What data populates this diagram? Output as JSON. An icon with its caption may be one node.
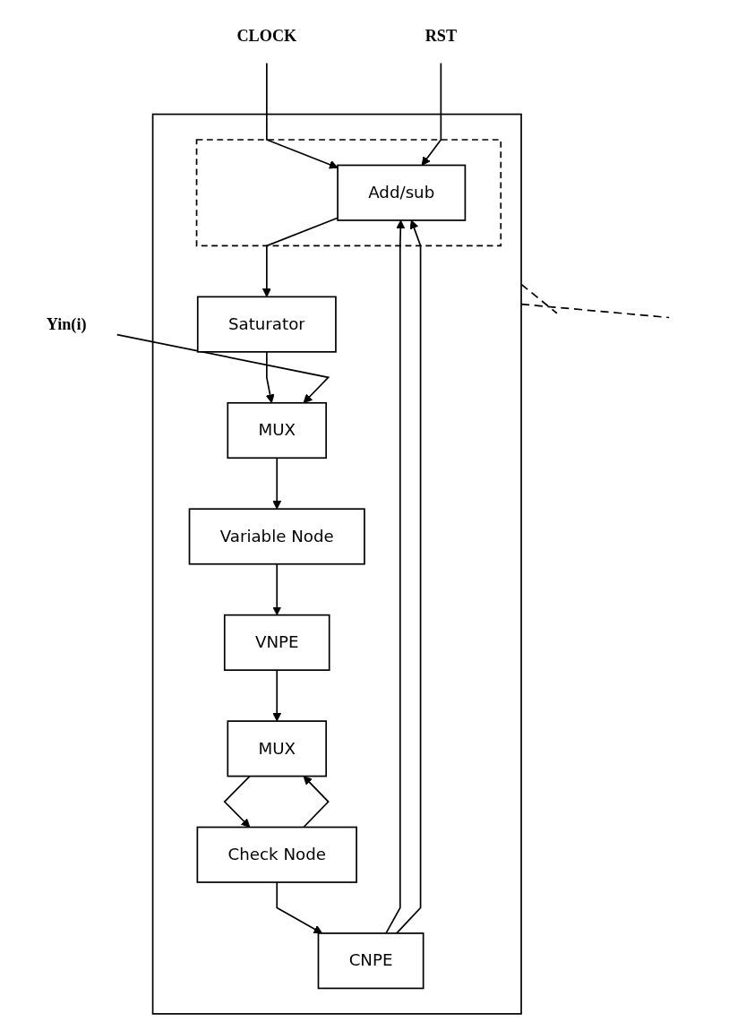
{
  "diagram": {
    "nodes": [
      {
        "text": [],
        "shape": "box"
      },
      {
        "text": [],
        "shape": "box",
        "in": 0
      },
      {
        "text": [
          "Add/sub"
        ],
        "in": 1
      },
      {
        "text": [
          "Saturator"
        ],
        "in": 0
      },
      {
        "text": [
          "MUX"
        ],
        "in": 0
      },
      {
        "text": [
          "Variable Node"
        ],
        "in": 0
      },
      {
        "text": [
          "VNPE"
        ],
        "in": 0
      },
      {
        "text": [
          "MUX"
        ],
        "in": 0
      },
      {
        "text": [
          "Check Node"
        ],
        "in": 0
      },
      {
        "text": [
          "CNPE"
        ],
        "in": 0
      },
      {
        "text": [
          "Yin(i)"
        ]
      },
      {
        "text": [
          "CLOCK"
        ]
      },
      {
        "text": [
          "RST"
        ]
      }
    ],
    "edges": [
      {
        "from": 2,
        "to": 3,
        "arrow": "to"
      },
      {
        "from": 3,
        "to": 4,
        "arrow": "to"
      },
      {
        "from": 10,
        "to": 4,
        "arrow": "to"
      },
      {
        "from": 4,
        "to": 5,
        "arrow": "to"
      },
      {
        "from": 5,
        "to": 6,
        "arrow": "to"
      },
      {
        "from": 6,
        "to": 7,
        "arrow": "to"
      },
      {
        "from": 7,
        "to": 8,
        "arrow": "to"
      },
      {
        "from": 8,
        "to": 7,
        "arrow": "to"
      },
      {
        "from": 8,
        "to": 9,
        "arrow": "to"
      },
      {
        "from": 9,
        "to": 2,
        "arrow": "to"
      },
      {
        "from": 9,
        "to": 2,
        "arrow": "to"
      },
      {
        "from": 11,
        "to": 2,
        "arrow": "to"
      },
      {
        "from": 12,
        "to": 2,
        "arrow": "to"
      },
      {
        "from": 0,
        "to": null,
        "arrow": "none",
        "style": "dashed"
      },
      {
        "from": 0,
        "to": null,
        "arrow": "none",
        "style": "dashed"
      }
    ]
  }
}
